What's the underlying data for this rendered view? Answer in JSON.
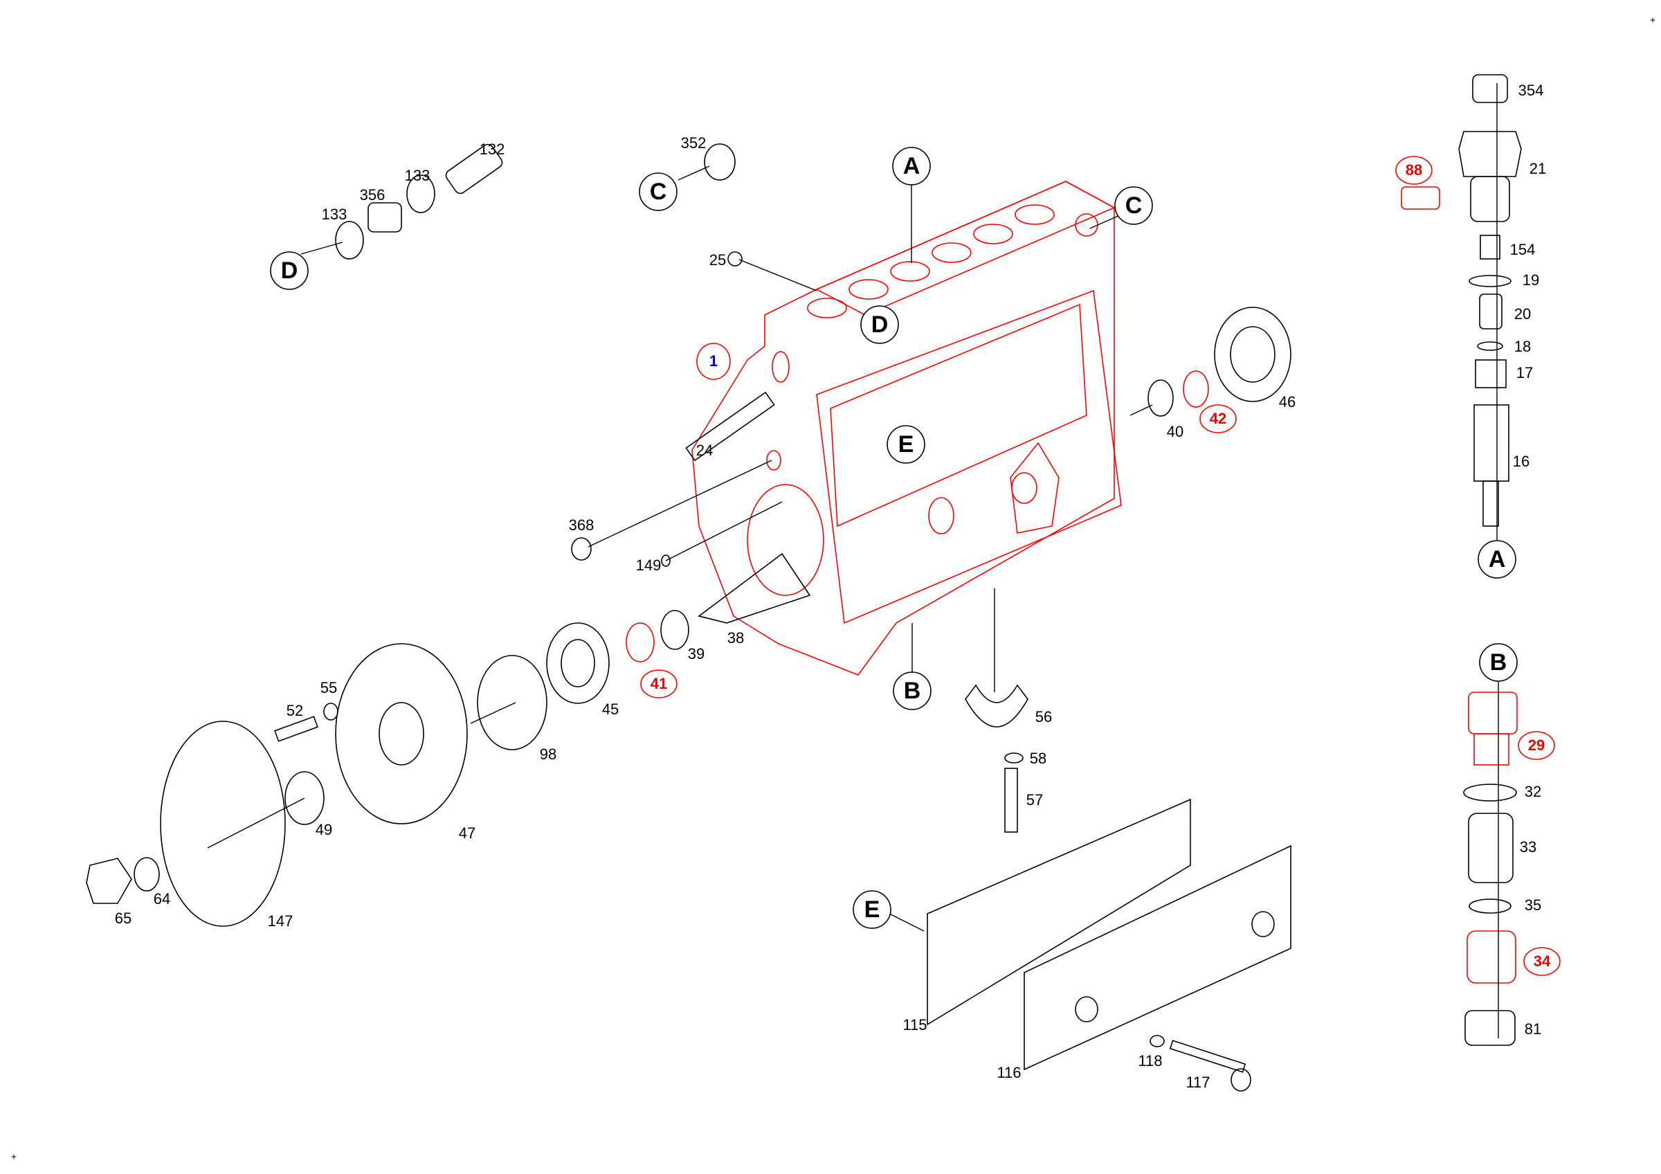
{
  "diagram": {
    "part_numbers": [
      "132",
      "133",
      "356",
      "133",
      "352",
      "25",
      "24",
      "368",
      "149",
      "38",
      "39",
      "45",
      "98",
      "55",
      "52",
      "49",
      "47",
      "147",
      "64",
      "65",
      "40",
      "46",
      "56",
      "58",
      "57",
      "115",
      "116",
      "118",
      "117",
      "354",
      "21",
      "154",
      "19",
      "20",
      "18",
      "17",
      "16",
      "32",
      "33",
      "35",
      "81"
    ],
    "highlighted_parts": [
      "88",
      "42",
      "41",
      "29",
      "34"
    ],
    "main_assembly": "1",
    "reference_letters": [
      "A",
      "C",
      "C",
      "D",
      "D",
      "E",
      "B",
      "E",
      "A",
      "B"
    ],
    "corner_marks": [
      "+",
      "+"
    ],
    "colors": {
      "highlight": "#ff0000",
      "main": "#0000cc",
      "line": "#000000"
    }
  }
}
